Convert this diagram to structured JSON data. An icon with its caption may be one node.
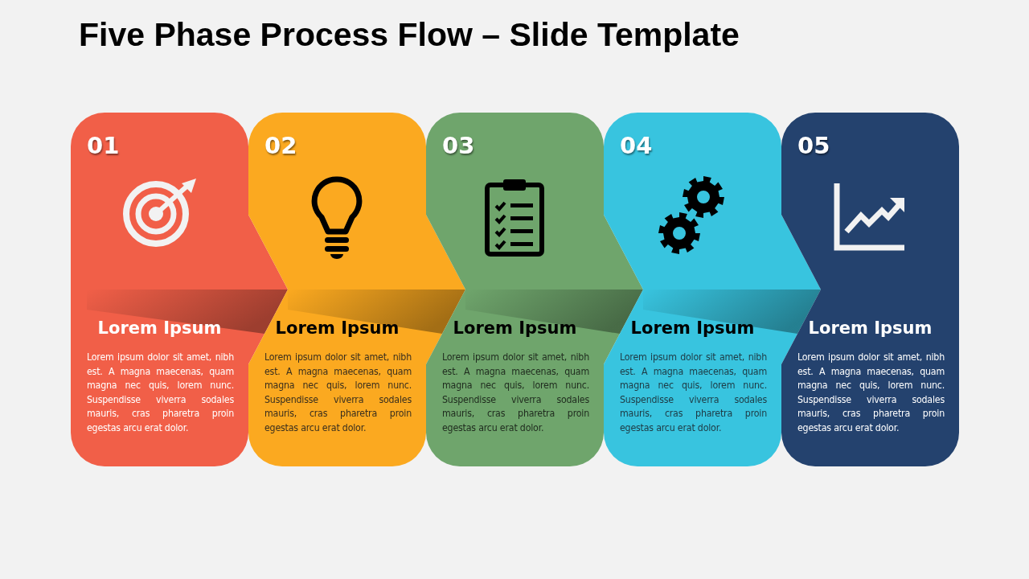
{
  "diagram": {
    "title": "Five Phase Process Flow – Slide Template",
    "nodes": [
      {
        "text": [
          "01",
          "Lorem Ipsum",
          "Lorem ipsum dolor sit amet, nibh est. A magna maecenas, quam magna nec quis, lorem nunc. Suspendisse viverra sodales mauris, cras pharetra proin egestas arcu erat dolor."
        ]
      },
      {
        "text": [
          "02",
          "Lorem Ipsum",
          "Lorem ipsum dolor sit amet, nibh est. A magna maecenas, quam magna nec quis, lorem nunc. Suspendisse viverra sodales mauris, cras pharetra proin egestas arcu erat dolor."
        ]
      },
      {
        "text": [
          "03",
          "Lorem Ipsum",
          "Lorem ipsum dolor sit amet, nibh est. A magna maecenas, quam magna nec quis, lorem nunc. Suspendisse viverra sodales mauris, cras pharetra proin egestas arcu erat dolor."
        ]
      },
      {
        "text": [
          "04",
          "Lorem Ipsum",
          "Lorem ipsum dolor sit amet, nibh est. A magna maecenas, quam magna nec quis, lorem nunc. Suspendisse viverra sodales mauris, cras pharetra proin egestas arcu erat dolor."
        ]
      },
      {
        "text": [
          "05",
          "Lorem Ipsum",
          "Lorem ipsum dolor sit amet, nibh est. A magna maecenas, quam magna nec quis, lorem nunc. Suspendisse viverra sodales mauris, cras pharetra proin egestas arcu erat dolor."
        ]
      }
    ]
  }
}
